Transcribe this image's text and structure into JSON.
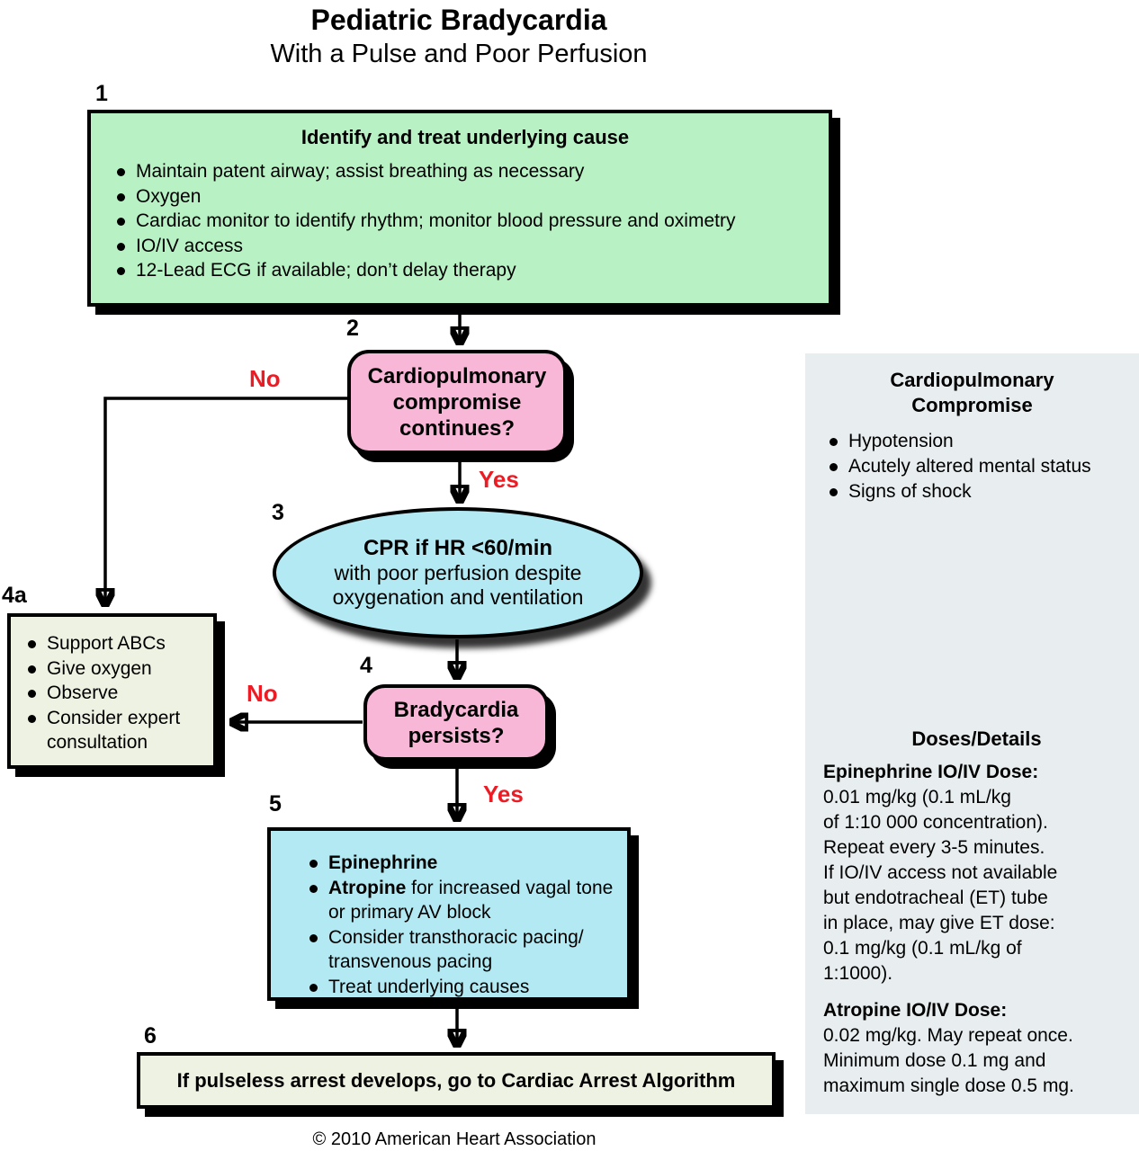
{
  "title": {
    "line1": "Pediatric Bradycardia",
    "line2": "With a Pulse and Poor Perfusion"
  },
  "colors": {
    "box1_green": "#b8f2c4",
    "decision_pink": "#f9b7d8",
    "cpr_cyan": "#b2e9f2",
    "outcome_ivory": "#eef2e2",
    "side_panel_gray": "#e8eef0",
    "branch_label_red": "#ed1c24",
    "border_black": "#000000"
  },
  "steps": {
    "box1": {
      "number": "1",
      "title": "Identify and treat underlying cause",
      "bullets": [
        "Maintain patent airway; assist breathing as necessary",
        "Oxygen",
        "Cardiac monitor to identify rhythm; monitor blood pressure and oximetry",
        "IO/IV access",
        "12-Lead ECG if available; don’t delay therapy"
      ]
    },
    "box2": {
      "number": "2",
      "text": "Cardiopulmonary\ncompromise\ncontinues?"
    },
    "ellipse3": {
      "number": "3",
      "line1": "CPR if HR <60/min",
      "line2": "with poor perfusion despite",
      "line3": "oxygenation and ventilation"
    },
    "box4": {
      "number": "4",
      "text": "Bradycardia\npersists?"
    },
    "box4a": {
      "number": "4a",
      "bullets": [
        "Support ABCs",
        "Give oxygen",
        "Observe",
        "Consider expert consultation"
      ]
    },
    "box5": {
      "number": "5",
      "bullets": [
        [
          {
            "t": "Epinephrine",
            "b": true
          }
        ],
        [
          {
            "t": "Atropine",
            "b": true
          },
          {
            "t": " for increased vagal tone or primary AV block",
            "b": false
          }
        ],
        [
          {
            "t": "Consider transthoracic pacing/ transvenous pacing",
            "b": false
          }
        ],
        [
          {
            "t": "Treat underlying causes",
            "b": false
          }
        ]
      ]
    },
    "box6": {
      "number": "6",
      "text": "If pulseless arrest develops, go to Cardiac Arrest Algorithm"
    }
  },
  "labels": {
    "no1": "No",
    "yes1": "Yes",
    "no2": "No",
    "yes2": "Yes"
  },
  "side_panel": {
    "compromise": {
      "title": "Cardiopulmonary\nCompromise",
      "bullets": [
        "Hypotension",
        "Acutely altered mental status",
        "Signs of shock"
      ]
    },
    "doses": {
      "title": "Doses/Details",
      "epinephrine": {
        "heading": "Epinephrine IO/IV Dose:",
        "body": "0.01 mg/kg (0.1 mL/kg\nof 1:10 000 concentration).\nRepeat every 3-5 minutes.\nIf IO/IV access not available\nbut endotracheal (ET) tube\nin place, may give ET dose:\n0.1 mg/kg (0.1 mL/kg of\n1:1000)."
      },
      "atropine": {
        "heading": "Atropine IO/IV Dose:",
        "body": "0.02 mg/kg. May repeat once.\nMinimum dose 0.1 mg and\nmaximum single dose 0.5 mg."
      }
    }
  },
  "footer": {
    "copyright": "© 2010 American Heart Association"
  }
}
